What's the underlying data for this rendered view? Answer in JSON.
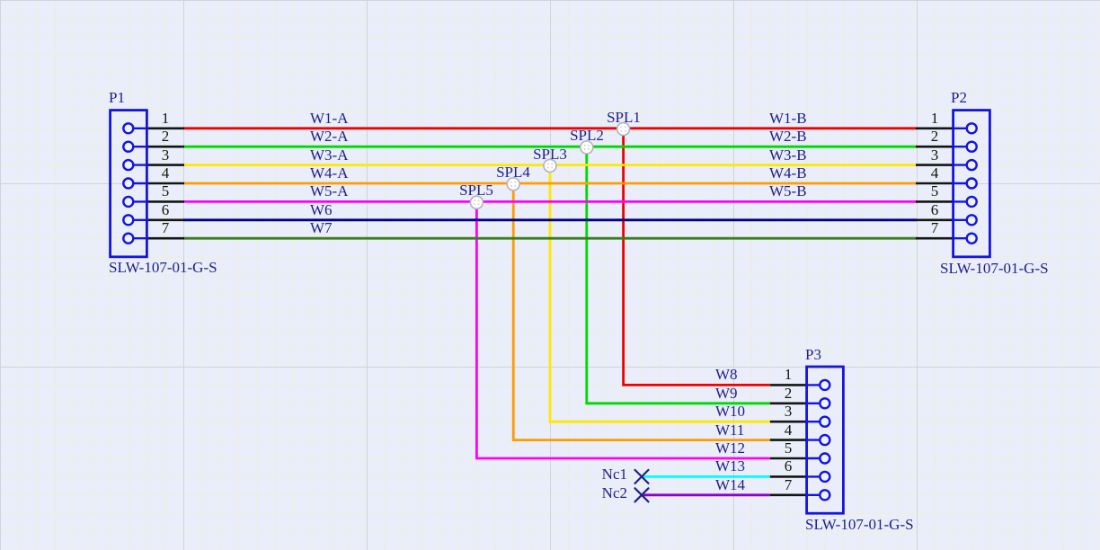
{
  "palette": {
    "background": "#e9eefa",
    "grid_minor": "#f1edda",
    "grid_major": "#d2d3d8",
    "connector_blue": "#1414e0",
    "label_navy": "#20208c",
    "pin_number_black": "#141414",
    "stub_black": "#141414",
    "pin_fill": "#edf2fc",
    "splice_fill": "#fdfdfe",
    "splice_stroke": "#b3b3b8"
  },
  "connectors": {
    "p1": {
      "ref": "P1",
      "part_number": "SLW-107-01-G-S",
      "pins": [
        "1",
        "2",
        "3",
        "4",
        "5",
        "6",
        "7"
      ]
    },
    "p2": {
      "ref": "P2",
      "part_number": "SLW-107-01-G-S",
      "pins": [
        "1",
        "2",
        "3",
        "4",
        "5",
        "6",
        "7"
      ]
    },
    "p3": {
      "ref": "P3",
      "part_number": "SLW-107-01-G-S",
      "pins": [
        "1",
        "2",
        "3",
        "4",
        "5",
        "6",
        "7"
      ]
    }
  },
  "wires": {
    "w1a": {
      "label": "W1-A",
      "color": "#f20000"
    },
    "w1b": {
      "label": "W1-B",
      "color": "#f20000"
    },
    "w2a": {
      "label": "W2-A",
      "color": "#00d800"
    },
    "w2b": {
      "label": "W2-B",
      "color": "#00d800"
    },
    "w3a": {
      "label": "W3-A",
      "color": "#ffe800"
    },
    "w3b": {
      "label": "W3-B",
      "color": "#ffe800"
    },
    "w4a": {
      "label": "W4-A",
      "color": "#ff9c00"
    },
    "w4b": {
      "label": "W4-B",
      "color": "#ff9c00"
    },
    "w5a": {
      "label": "W5-A",
      "color": "#ff00ff"
    },
    "w5b": {
      "label": "W5-B",
      "color": "#ff00ff"
    },
    "w6": {
      "label": "W6",
      "color": "#000080"
    },
    "w7": {
      "label": "W7",
      "color": "#3b7d1c"
    },
    "w8": {
      "label": "W8",
      "color": "#f20000"
    },
    "w9": {
      "label": "W9",
      "color": "#00d800"
    },
    "w10": {
      "label": "W10",
      "color": "#ffe800"
    },
    "w11": {
      "label": "W11",
      "color": "#ff9c00"
    },
    "w12": {
      "label": "W12",
      "color": "#ff00ff"
    },
    "w13": {
      "label": "W13",
      "color": "#00ffff"
    },
    "w14": {
      "label": "W14",
      "color": "#8f00d0"
    }
  },
  "splices": {
    "spl1": {
      "label": "SPL1"
    },
    "spl2": {
      "label": "SPL2"
    },
    "spl3": {
      "label": "SPL3"
    },
    "spl4": {
      "label": "SPL4"
    },
    "spl5": {
      "label": "SPL5"
    }
  },
  "no_connects": {
    "nc1": {
      "label": "Nc1"
    },
    "nc2": {
      "label": "Nc2"
    }
  }
}
